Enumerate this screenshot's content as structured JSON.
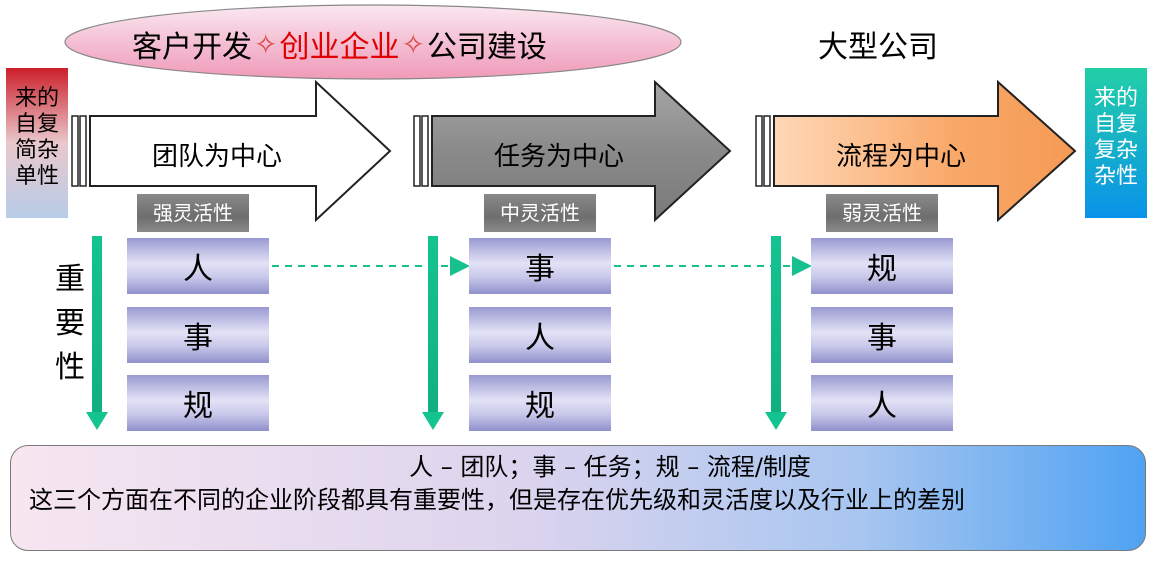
{
  "header": {
    "left_title": {
      "part1": "客户开发",
      "star": "✧",
      "part2": "创业企业",
      "part3": "公司建设"
    },
    "right_title": "大型公司"
  },
  "side_labels": {
    "left": "来的\n自复\n简杂\n单性",
    "right": "来的\n自复\n复杂\n杂性"
  },
  "importance_label": "重\n要\n性",
  "stages": [
    {
      "arrow_label": "团队为中心",
      "flexibility": "强灵活性",
      "items": [
        "人",
        "事",
        "规"
      ],
      "arrow_color": "#ffffff"
    },
    {
      "arrow_label": "任务为中心",
      "flexibility": "中灵活性",
      "items": [
        "事",
        "人",
        "规"
      ],
      "arrow_color": "#8c8c8c"
    },
    {
      "arrow_label": "流程为中心",
      "flexibility": "弱灵活性",
      "items": [
        "规",
        "事",
        "人"
      ],
      "arrow_color": "#f7a46a"
    }
  ],
  "note": {
    "line1": "人 – 团队；事 – 任务；规 – 流程/制度",
    "line2": "这三个方面在不同的企业阶段都具有重要性，但是存在优先级和灵活度以及行业上的差别"
  },
  "colors": {
    "green": "#14c490",
    "ellipse_top": "#f6d6e4",
    "ellipse_bottom": "#f2a8c0",
    "left_gradient_top": "#d02020",
    "right_gradient_top": "#25c6a8",
    "right_gradient_bottom": "#0a96e8"
  }
}
